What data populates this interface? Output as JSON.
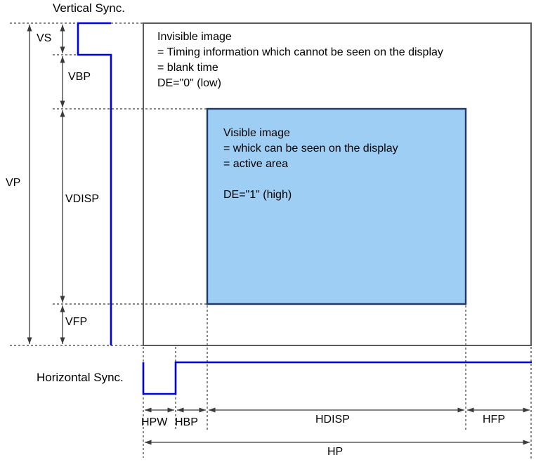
{
  "titles": {
    "vertical_sync": "Vertical Sync.",
    "horizontal_sync": "Horizontal Sync."
  },
  "vertical_timing": {
    "vs": "VS",
    "vbp": "VBP",
    "vp": "VP",
    "vdisp": "VDISP",
    "vfp": "VFP"
  },
  "horizontal_timing": {
    "hpw": "HPW",
    "hbp": "HBP",
    "hdisp": "HDISP",
    "hfp": "HFP",
    "hp": "HP"
  },
  "invisible_area": {
    "line1": "Invisible image",
    "line2": "= Timing information which cannot be seen on the display",
    "line3": "= blank time",
    "line4": "DE=\"0\" (low)"
  },
  "visible_area": {
    "line1": "Visible image",
    "line2": "= whick can be seen on the display",
    "line3": "= active area",
    "line4": "DE=\"1\" (high)"
  },
  "colors": {
    "waveform": "#0000e6",
    "visible_fill": "#9fcef5",
    "visible_border": "#1f3864",
    "box_border": "#58595b",
    "line": "#3a3a3a"
  }
}
